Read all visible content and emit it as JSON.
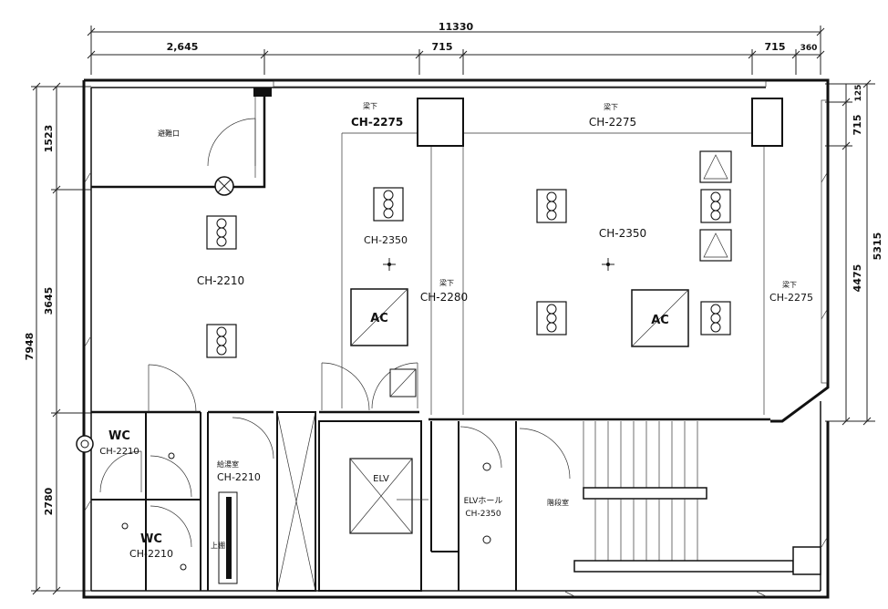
{
  "dimensions": {
    "top_total": "11330",
    "top_seg1": "2,645",
    "top_seg2": "715",
    "top_seg3": "715",
    "top_seg4": "360",
    "left_total": "7948",
    "left_seg1": "1523",
    "left_seg2": "3645",
    "left_seg3": "2780",
    "right_seg1": "125",
    "right_seg2": "715",
    "right_seg3": "4475",
    "right_total": "5315"
  },
  "rooms": {
    "evacuation": "避難口",
    "main_left": "CH-2210",
    "mid_beam_label": "梁下",
    "mid_beam_ch": "CH-2275",
    "mid_room": "CH-2350",
    "center_beam_label": "梁下",
    "center_beam_ch": "CH-2280",
    "right_beam_label": "梁下",
    "right_beam_ch": "CH-2275",
    "right_room": "CH-2350",
    "far_right_beam_label": "梁下",
    "far_right_beam_ch": "CH-2275",
    "wc1_title": "WC",
    "wc1_ch": "CH-2210",
    "wc2_title": "WC",
    "wc2_ch": "CH-2210",
    "kitchen_title": "給湯室",
    "kitchen_ch": "CH-2210",
    "kitchen_note": "上棚",
    "elv": "ELV",
    "elv_hall_title": "ELVホール",
    "elv_hall_ch": "CH-2350",
    "stair": "階段室"
  },
  "equipment": {
    "ac_label_1": "AC",
    "ac_label_2": "AC"
  }
}
